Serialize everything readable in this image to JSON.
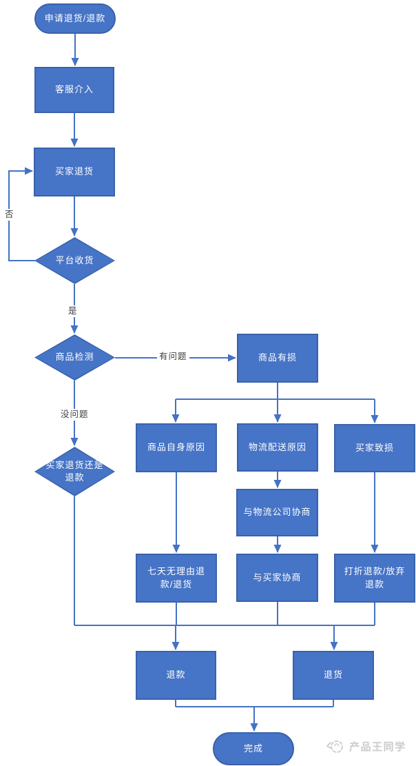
{
  "flowchart": {
    "nodes": {
      "start": "申请退货/退款",
      "customer_service": "客服介入",
      "buyer_return": "买家退货",
      "platform_receive": "平台收货",
      "product_check": "商品检测",
      "product_damaged": "商品有损",
      "return_or_refund_question": "买家退货还是退款",
      "product_self_reason": "商品自身原因",
      "logistics_reason": "物流配送原因",
      "buyer_caused_damage": "买家致损",
      "negotiate_with_logistics": "与物流公司协商",
      "seven_day_no_reason": "七天无理由退款/退货",
      "negotiate_with_buyer": "与买家协商",
      "discount_or_give_up": "打折退款/放弃退款",
      "refund": "退款",
      "return_goods": "退货",
      "done": "完成"
    },
    "edge_labels": {
      "no": "否",
      "yes": "是",
      "has_problem": "有问题",
      "no_problem": "没问题"
    },
    "colors": {
      "node_fill": "#4674c6",
      "node_border": "#3a62ab",
      "connector": "#4472c4",
      "node_text": "#ffffff",
      "edge_label_text": "#3f3f3f",
      "watermark_text": "#cdcdcd"
    },
    "watermark": {
      "text": "产品王同学"
    }
  }
}
